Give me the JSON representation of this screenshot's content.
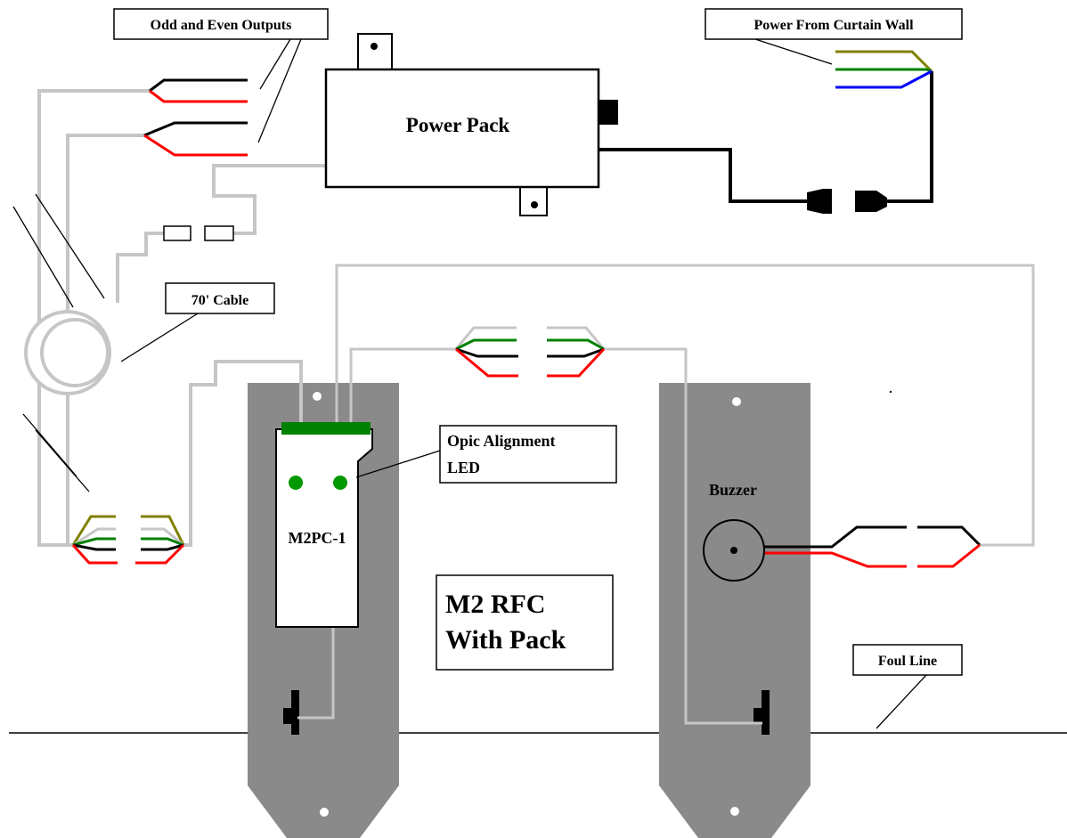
{
  "labels": {
    "odd_even_outputs": "Odd and Even Outputs",
    "power_from_curtain_wall": "Power From Curtain Wall",
    "power_pack": "Power Pack",
    "cable_70": "70' Cable",
    "opic_alignment_line1": "Opic Alignment",
    "opic_alignment_line2": "LED",
    "m2pc1": "M2PC-1",
    "buzzer": "Buzzer",
    "title_line1": "M2 RFC",
    "title_line2": "With Pack",
    "foul_line": "Foul Line"
  },
  "colors": {
    "plate": "#8a8a8a",
    "cable_gray": "#c6c6c6",
    "wire_black": "#000000",
    "wire_red": "#ff0000",
    "wire_green": "#008000",
    "wire_olive": "#808000",
    "wire_blue": "#0000ff",
    "sensor_bar": "#008000",
    "led": "#009900"
  }
}
